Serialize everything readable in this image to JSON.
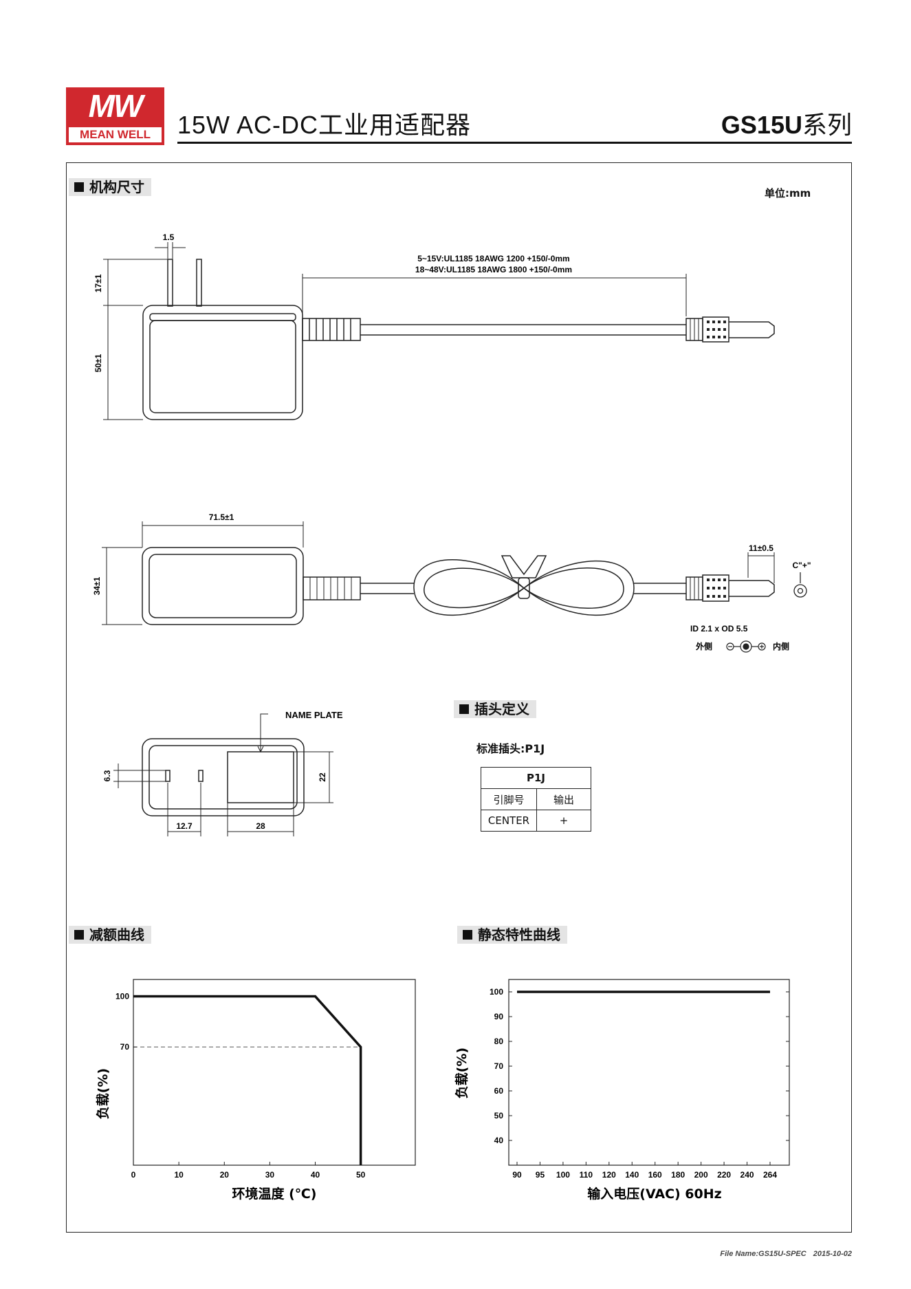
{
  "header": {
    "logo_mark": "MW",
    "logo_text": "MEAN WELL",
    "title": "15W AC-DC工业用适配器",
    "series_code": "GS15U",
    "series_suffix": "系列"
  },
  "mechanical": {
    "section_title": "机构尺寸",
    "unit_label": "单位:mm",
    "dim_prong_width": "1.5",
    "cable_spec_line1": "5~15V:UL1185 18AWG 1200 +150/-0mm",
    "cable_spec_line2": "18~48V:UL1185 18AWG 1800 +150/-0mm",
    "dim_prong_length": "17±1",
    "dim_height": "50±1",
    "dim_width": "71.5±1",
    "dim_depth": "34±1",
    "dim_plug_length": "11±0.5",
    "polarity_label": "C\"+\"",
    "plug_spec": "ID 2.1 x OD 5.5",
    "outer_label": "外侧",
    "inner_label": "内侧",
    "name_plate": "NAME PLATE",
    "dim_pin_height": "6.3",
    "dim_pin_spacing": "12.7",
    "dim_plate_width": "28",
    "dim_plate_height": "22"
  },
  "plug": {
    "section_title": "插头定义",
    "standard_label": "标准插头:P1J",
    "table_title": "P1J",
    "col_pin": "引脚号",
    "col_output": "输出",
    "row_pin": "CENTER",
    "row_output": "+"
  },
  "derating": {
    "section_title": "减额曲线"
  },
  "static": {
    "section_title": "静态特性曲线"
  },
  "chart_data": [
    {
      "type": "line",
      "title": "减额曲线",
      "xlabel": "环境温度 (℃)",
      "ylabel": "负载(%)",
      "x_ticks": [
        "0",
        "10",
        "20",
        "30",
        "40",
        "50"
      ],
      "y_ticks": [
        "70",
        "100"
      ],
      "xlim": [
        0,
        62
      ],
      "ylim": [
        0,
        110
      ],
      "series": [
        {
          "x": [
            0,
            40,
            50,
            50
          ],
          "y": [
            100,
            100,
            70,
            0
          ]
        }
      ],
      "reference_line": {
        "y": 70,
        "style": "dashed"
      }
    },
    {
      "type": "line",
      "title": "静态特性曲线",
      "xlabel": "输入电压(VAC) 60Hz",
      "ylabel": "负载(%)",
      "x_ticks": [
        "90",
        "95",
        "100",
        "110",
        "120",
        "140",
        "160",
        "180",
        "200",
        "220",
        "240",
        "264"
      ],
      "y_ticks": [
        "40",
        "50",
        "60",
        "70",
        "80",
        "90",
        "100"
      ],
      "ylim": [
        30,
        105
      ],
      "series": [
        {
          "x": [
            "90",
            "264"
          ],
          "y": [
            100,
            100
          ]
        }
      ]
    }
  ],
  "footer": {
    "file_name": "File Name:GS15U-SPEC",
    "date": "2015-10-02"
  }
}
